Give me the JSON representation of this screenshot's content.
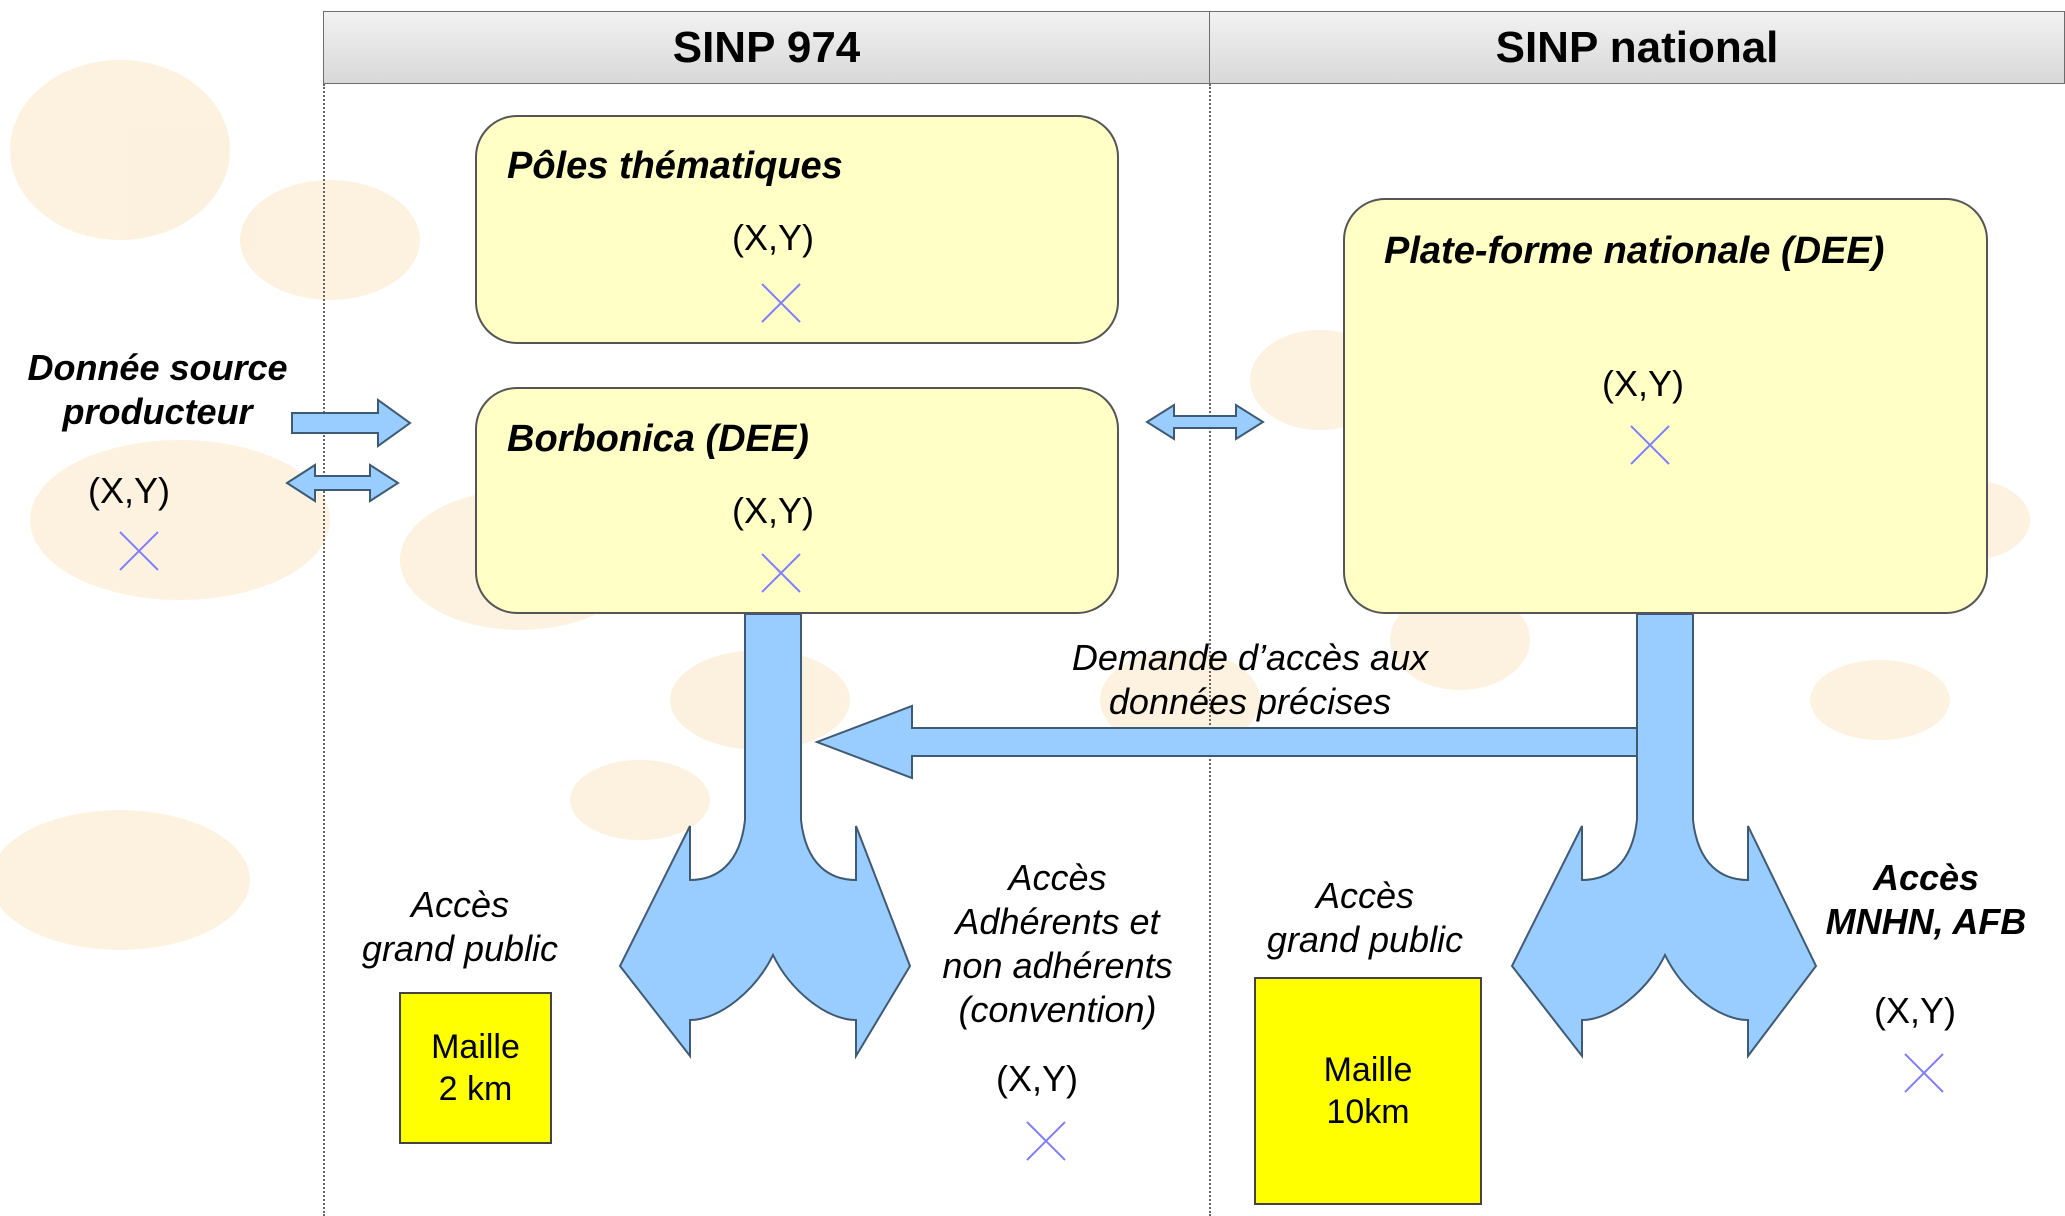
{
  "columns": {
    "left_title": "SINP 974",
    "right_title": "SINP national"
  },
  "coord_label": "(X,Y)",
  "source": {
    "line1": "Donnée source",
    "line2": "producteur"
  },
  "boxes": {
    "poles": "Pôles thématiques",
    "borbonica": "Borbonica (DEE)",
    "plateforme": "Plate-forme nationale (DEE)"
  },
  "demande": {
    "line1": "Demande d’accès aux",
    "line2": "données précises"
  },
  "access": {
    "left_public": [
      "Accès",
      "grand public"
    ],
    "left_adherents": [
      "Accès",
      "Adhérents et",
      "non adhérents",
      "(convention)"
    ],
    "right_public": [
      "Accès",
      "grand public"
    ],
    "right_mnhn": [
      "Accès",
      "MNHN, AFB"
    ]
  },
  "maille": {
    "left": [
      "Maille",
      "2 km"
    ],
    "right": [
      "Maille",
      "10km"
    ]
  },
  "colors": {
    "header": "#e0e0e0",
    "box_fill": "#ffffc6",
    "arrow_fill": "#99ccff",
    "maille_fill": "#ffff00",
    "cross": "#8080ff",
    "background_motif": "#fbe6c4"
  }
}
